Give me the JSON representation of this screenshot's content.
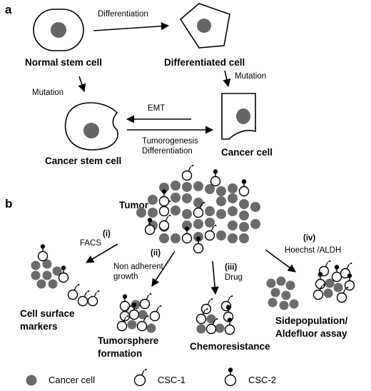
{
  "panel_a": {
    "letter": "a",
    "normal_stem_cell": "Normal stem cell",
    "differentiated_cell": "Differentiated cell",
    "cancer_stem_cell": "Cancer stem cell",
    "cancer_cell": "Cancer cell",
    "arrow_differentiation": "Differentiation",
    "arrow_mutation_left": "Mutation",
    "arrow_mutation_right": "Mutation",
    "arrow_emt": "EMT",
    "arrow_tumorigenesis": "Tumorogenesis",
    "arrow_differentiation_2": "Differentiation"
  },
  "panel_b": {
    "letter": "b",
    "tumor": "Tumor",
    "method_i_num": "(i)",
    "method_i": "FACS",
    "method_ii_num": "(ii)",
    "method_ii_line1": "Non adherent",
    "method_ii_line2": "growth",
    "method_iii_num": "(iii)",
    "method_iii": "Drug",
    "method_iv_num": "(iv)",
    "method_iv": "Hoechst /ALDH",
    "result_i_line1": "Cell surface",
    "result_i_line2": "markers",
    "result_ii_line1": "Tumorsphere",
    "result_ii_line2": "formation",
    "result_iii": "Chemoresistance",
    "result_iv_line1": "Sidepopulation/",
    "result_iv_line2": "Aldefluor assay"
  },
  "legend": {
    "cancer_cell": "Cancer cell",
    "csc1": "CSC-1",
    "csc2": "CSC-2"
  },
  "colors": {
    "cancer_cell_fill": "#6b6b6b",
    "nucleus_fill": "#666666",
    "line": "#000000"
  }
}
